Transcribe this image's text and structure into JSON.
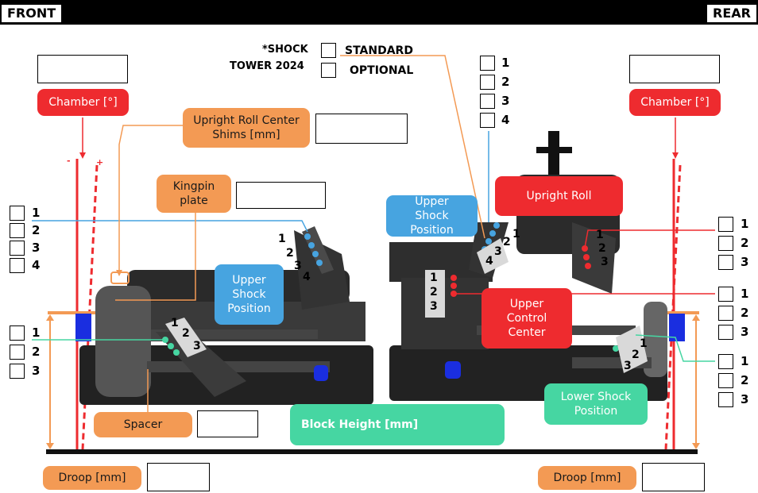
{
  "header": {
    "front": "FRONT",
    "rear": "REAR"
  },
  "shock_tower": {
    "title_line1": "*SHOCK",
    "title_line2": "TOWER 2024",
    "option_standard": "STANDARD",
    "option_optional": "OPTIONAL"
  },
  "labels": {
    "camber_left": "Chamber [°]",
    "camber_right": "Chamber [°]",
    "upright_roll_center_shims": "Upright Roll Center Shims [mm]",
    "kingpin_plate": "Kingpin plate",
    "upper_shock_position_front": "Upper Shock Position",
    "upper_shock_position_rear": "Upper Shock Position",
    "upright_roll": "Upright Roll",
    "upper_control_center": "Upper Control Center",
    "lower_shock_position": "Lower Shock Position",
    "spacer": "Spacer",
    "block_height": "Block Height [mm]",
    "droop_left": "Droop [mm]",
    "droop_right": "Droop [mm]",
    "camber_minus": "-",
    "camber_plus": "+"
  },
  "option_lists": {
    "front_upper_shock": [
      "1",
      "2",
      "3",
      "4"
    ],
    "front_lower_shock": [
      "1",
      "2",
      "3"
    ],
    "rear_upper_shock": [
      "1",
      "2",
      "3",
      "4"
    ],
    "rear_upright_roll": [
      "1",
      "2",
      "3"
    ],
    "rear_upper_control": [
      "1",
      "2",
      "3"
    ],
    "rear_lower_shock": [
      "1",
      "2",
      "3"
    ]
  },
  "hole_numbers": {
    "front_upper": [
      "1",
      "2",
      "3",
      "4"
    ],
    "front_lower": [
      "1",
      "2",
      "3"
    ],
    "rear_upper": [
      "1",
      "2",
      "3",
      "4"
    ],
    "rear_upright": [
      "1",
      "2",
      "3"
    ],
    "rear_control": [
      "1",
      "2",
      "3"
    ],
    "rear_lower": [
      "1",
      "2",
      "3"
    ]
  },
  "colors": {
    "red": "#ee2b2f",
    "orange": "#f39a54",
    "blue": "#47a4e0",
    "green": "#46d6a2"
  }
}
